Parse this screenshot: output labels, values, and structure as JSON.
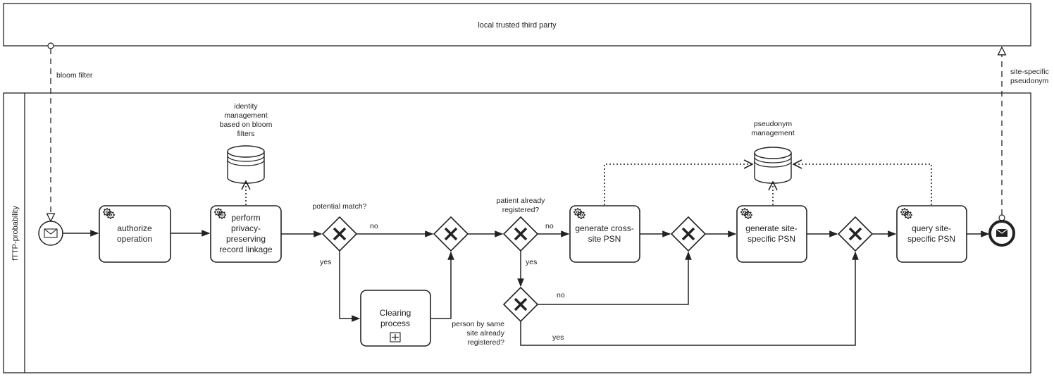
{
  "pools": {
    "external": {
      "label": "local trusted third party"
    },
    "main": {
      "label": "fTTP-probability"
    }
  },
  "tasks": [
    {
      "id": "authorize",
      "lines": [
        "authorize",
        "operation"
      ]
    },
    {
      "id": "pprl",
      "lines": [
        "perform",
        "privacy-",
        "preserving",
        "record linkage"
      ]
    },
    {
      "id": "clearing",
      "lines": [
        "Clearing",
        "process"
      ]
    },
    {
      "id": "gen-cross",
      "lines": [
        "generate cross-",
        "site PSN"
      ]
    },
    {
      "id": "gen-site",
      "lines": [
        "generate site-",
        "specific PSN"
      ]
    },
    {
      "id": "query-site",
      "lines": [
        "query site-",
        "specific PSN"
      ]
    }
  ],
  "data_stores": {
    "identity": {
      "lines": [
        "identity",
        "management",
        "based on bloom",
        "filters"
      ]
    },
    "pseudonym": {
      "lines": [
        "pseudonym",
        "management"
      ]
    }
  },
  "gateway_labels": {
    "potential_match": "potential match?",
    "patient_registered": [
      "patient already",
      "registered?"
    ],
    "person_same_site": [
      "person by same",
      "site already",
      "registered?"
    ]
  },
  "flow_labels": {
    "no_1": "no",
    "yes_1": "yes",
    "no_2": "no",
    "yes_2": "yes",
    "no_3": "no",
    "yes_3": "yes"
  },
  "message_flows": {
    "bloom_filter": "bloom filter",
    "site_specific_pseudonym": [
      "site-specific",
      "pseudonym"
    ]
  }
}
